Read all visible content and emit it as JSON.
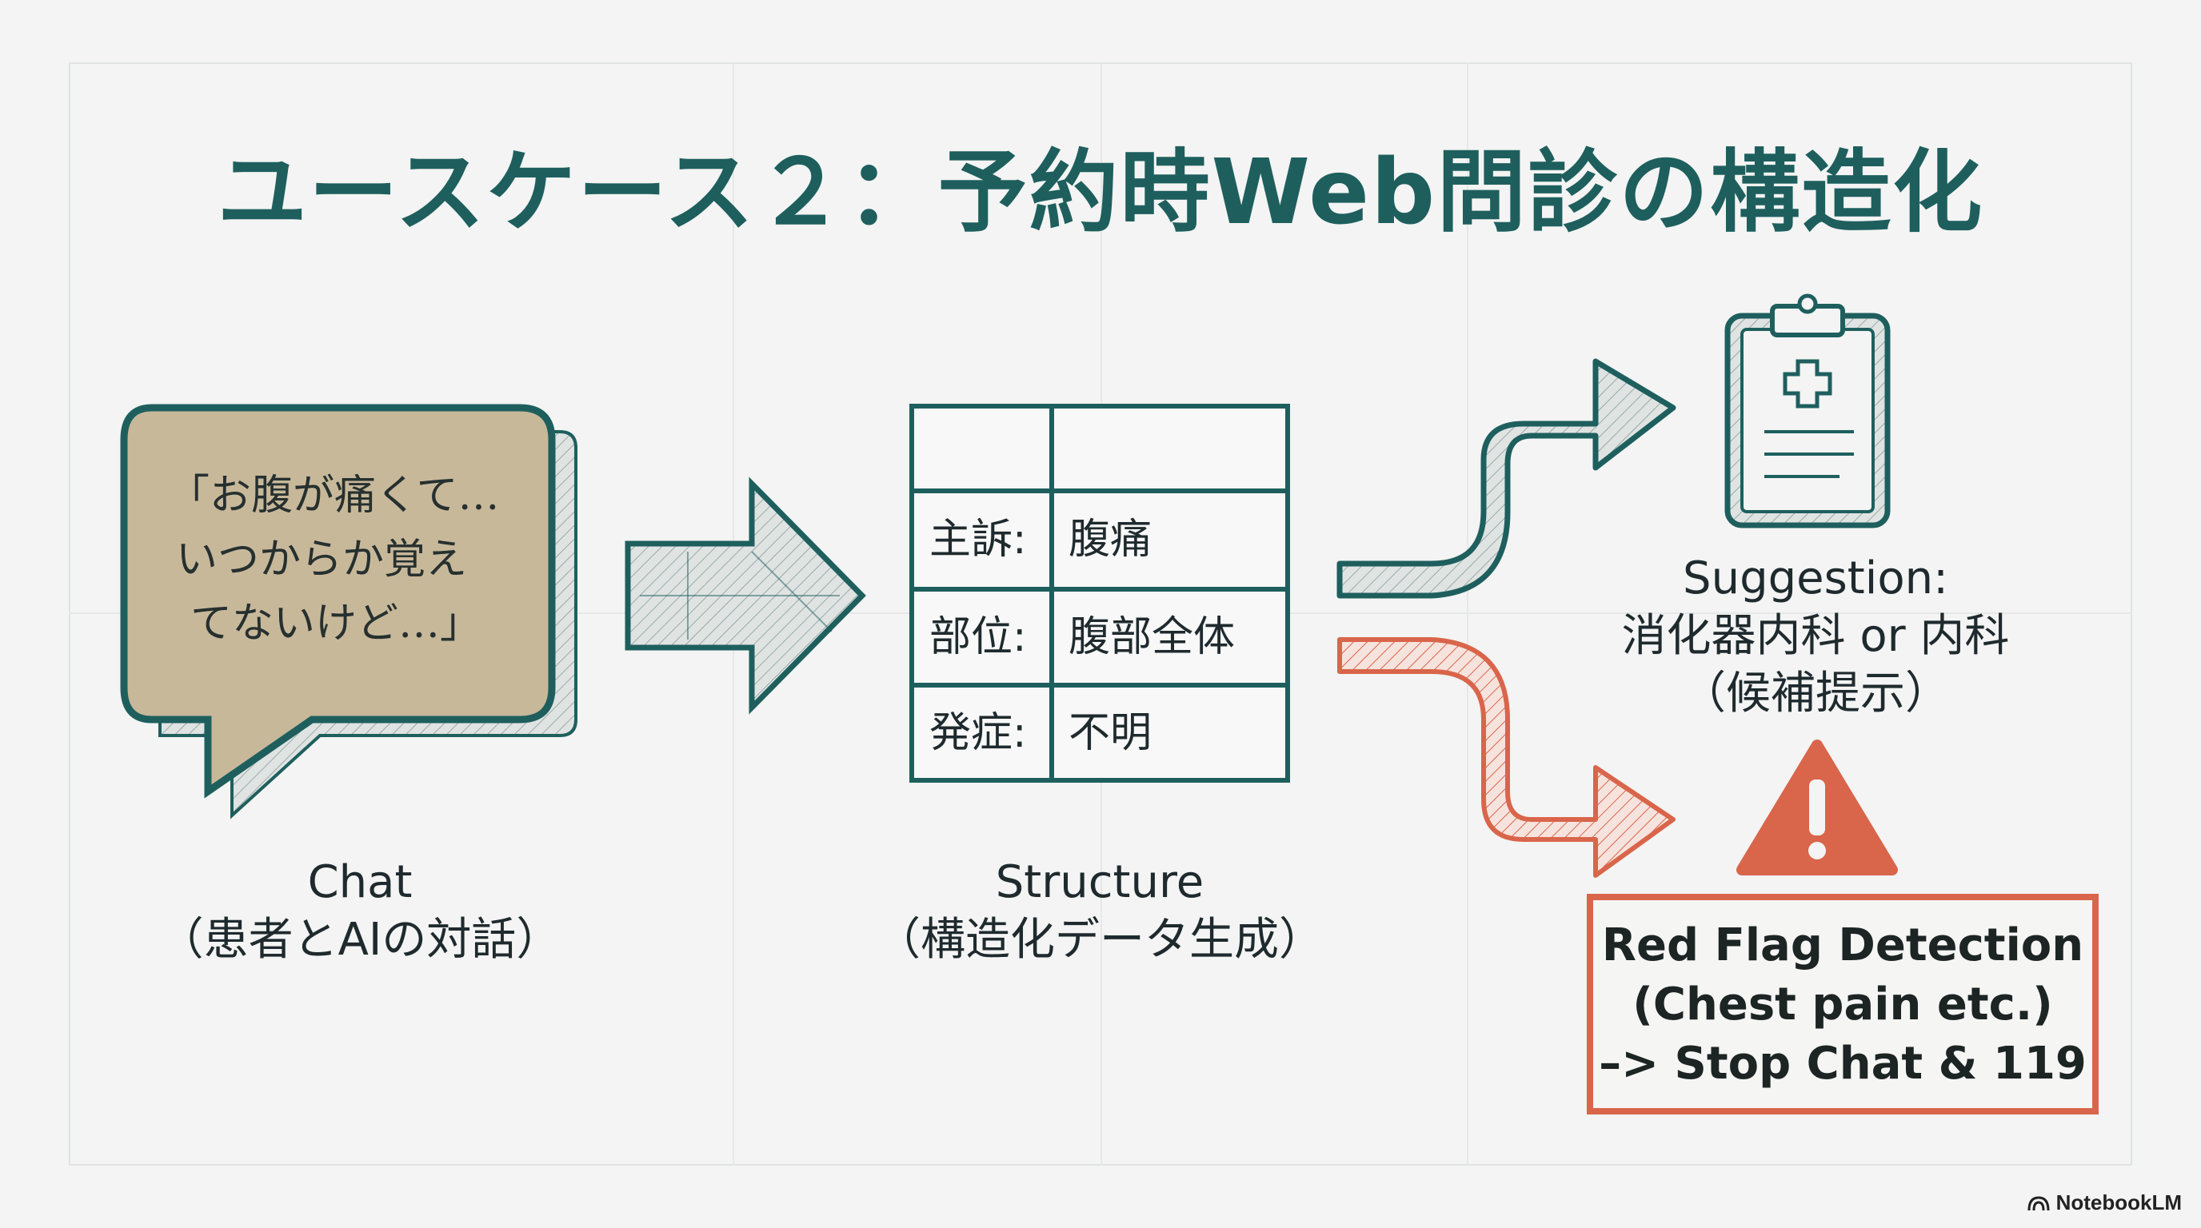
{
  "title": "ユースケース２：予約時Web問診の構造化",
  "chat": {
    "bubble_lines": [
      "「お腹が痛くて…",
      "いつからか覚え",
      "てないけど…」"
    ],
    "caption_title": "Chat",
    "caption_sub": "（患者とAIの対話）"
  },
  "structure": {
    "rows": [
      {
        "key": "主訴:",
        "value": "腹痛"
      },
      {
        "key": "部位:",
        "value": "腹部全体"
      },
      {
        "key": "発症:",
        "value": "不明"
      }
    ],
    "caption_title": "Structure",
    "caption_sub": "（構造化データ生成）"
  },
  "suggestion": {
    "line1": "Suggestion:",
    "line2": "消化器内科 or 内科",
    "line3": "（候補提示）"
  },
  "red_flag": {
    "line1": "Red Flag Detection",
    "line2": "(Chest pain etc.)",
    "line3": "–> Stop Chat & 119"
  },
  "brand": "NotebookLM",
  "colors": {
    "teal": "#1e5f5e",
    "tan": "#c8b89a",
    "orange": "#d9654b"
  }
}
